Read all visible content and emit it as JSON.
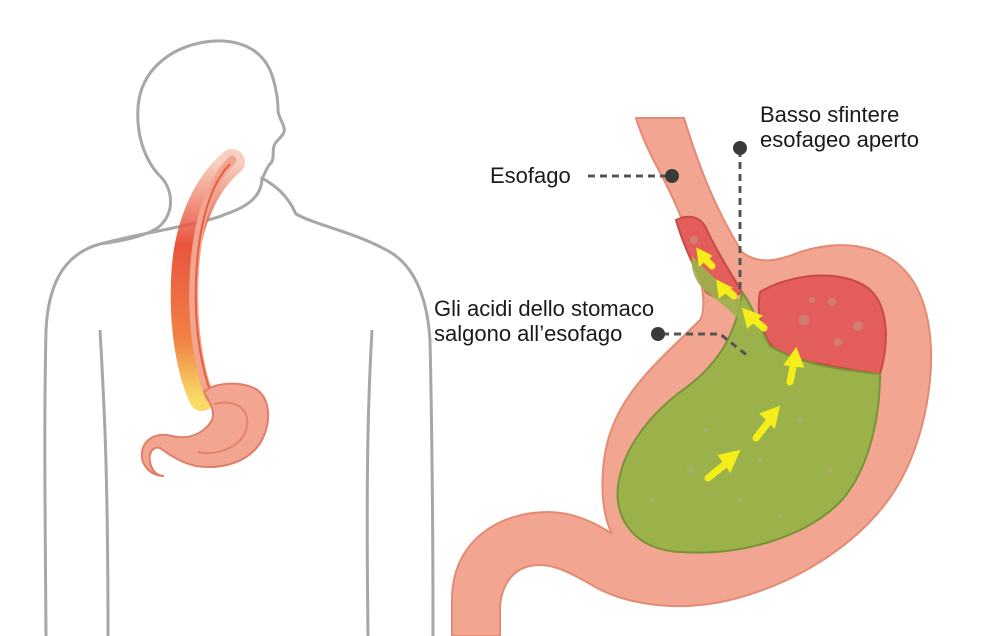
{
  "labels": {
    "esophagus": "Esofago",
    "sphincter_line1": "Basso sfintere",
    "sphincter_line2": "esofageo aperto",
    "acid_line1": "Gli acidi dello stomaco",
    "acid_line2": "salgono all’esofago"
  },
  "colors": {
    "body_outline": "#a7a7a7",
    "stomach_wall": "#f2a590",
    "stomach_inner": "#e35d5a",
    "acid": "#9bb24a",
    "arrow": "#f5ee1a",
    "inflammation": "#e43c20",
    "leader": "#555555"
  }
}
